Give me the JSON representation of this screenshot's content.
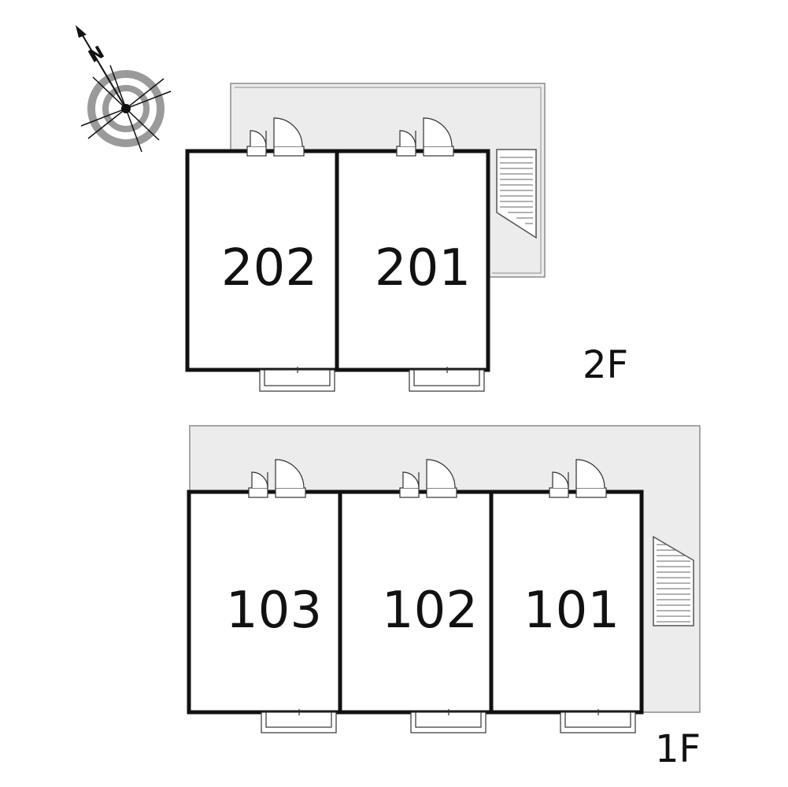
{
  "compass": {
    "north_letter": "N"
  },
  "floors": [
    {
      "name": "2F",
      "units": [
        {
          "label": "202"
        },
        {
          "label": "201"
        }
      ]
    },
    {
      "name": "1F",
      "units": [
        {
          "label": "103"
        },
        {
          "label": "102"
        },
        {
          "label": "101"
        }
      ]
    }
  ],
  "colors": {
    "wall": "#111111",
    "corridor": "#ececec",
    "corridor_edge": "#8c8c8c",
    "compass_ring": "#9a9a9a"
  }
}
